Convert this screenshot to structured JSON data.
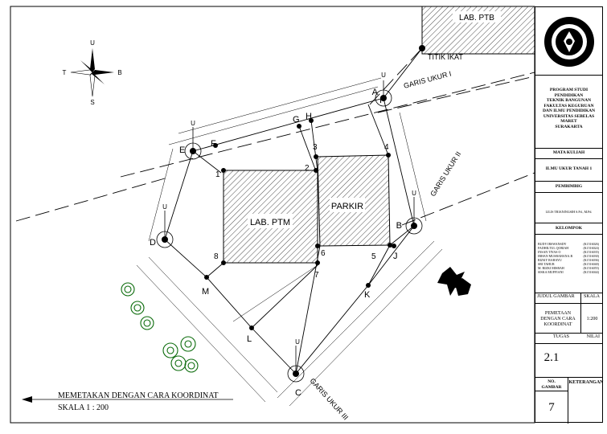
{
  "drawing": {
    "buildings": {
      "lab_ptb": "LAB. PTB",
      "lab_ptm": "LAB. PTM",
      "parkir": "PARKIR"
    },
    "titik_ikat": "TITIK IKAT",
    "garis_ukur": [
      "GARIS UKUR I",
      "GARIS UKUR II",
      "GARIS UKUR III"
    ],
    "stations": [
      "A",
      "B",
      "C",
      "D",
      "E",
      "F",
      "G",
      "H",
      "I",
      "J",
      "K",
      "L",
      "M"
    ],
    "points": [
      "1",
      "2",
      "3",
      "4",
      "5",
      "6",
      "7",
      "8"
    ],
    "compass": {
      "north": "U",
      "south": "S",
      "east": "T",
      "west": "B"
    },
    "north_arrow": "U",
    "title": "MEMETAKAN DENGAN CARA KOORDINAT",
    "scale": "SKALA 1 : 200"
  },
  "title_block": {
    "institution": [
      "PROGRAM STUDI",
      "PENDIDIKAN",
      "TEKNIK BANGUNAN",
      "FAKULTAS KEGURUAN",
      "DAN ILMU PENDIDIKAN",
      "UNIVERSITAS SEBELAS",
      "MARET",
      "SURAKARTA"
    ],
    "mata_kuliah_label": "MATA KULIAH",
    "mata_kuliah": "ILMU UKUR TANAH 1",
    "pembimbing_label": "PEMBIMBIG",
    "pembimbing": "LILIS TRIANINGSIH S.Pd., M.Pd.",
    "kelompok_label": "KELOMPOK",
    "members": [
      {
        "name": "BUDY IRSWANSDY",
        "nim": "(K1516026)"
      },
      {
        "name": "FADHILTUL QORIAH",
        "nim": "(K1516024)"
      },
      {
        "name": "INSAN TIYAS O",
        "nim": "(K1516035)"
      },
      {
        "name": "IRHAN MUSBAHANA.R",
        "nim": "(K1516030)"
      },
      {
        "name": "RIZKY RAHAYU",
        "nim": "(K1516036)"
      },
      {
        "name": "SRI TAHUR",
        "nim": "(K1516040)"
      },
      {
        "name": "M. RIZKI MISBAH",
        "nim": "(K1516055)"
      },
      {
        "name": "SISKA MUFFIANI",
        "nim": "(K1516044)"
      }
    ],
    "judul_gambar_label": "JUDUL GAMBAR",
    "skala_label": "SKALA",
    "judul_gambar": [
      "PEMETAAN",
      "DENGAN CARA",
      "KOORDINAT"
    ],
    "skala": "1:200",
    "tugas_label": "TUGAS",
    "nilai_label": "NILAI",
    "tugas": "2.1",
    "no_gambar_label": [
      "NO.",
      "GAMBAR"
    ],
    "keterangan_label": "KETERANGAN",
    "no_gambar": "7"
  }
}
